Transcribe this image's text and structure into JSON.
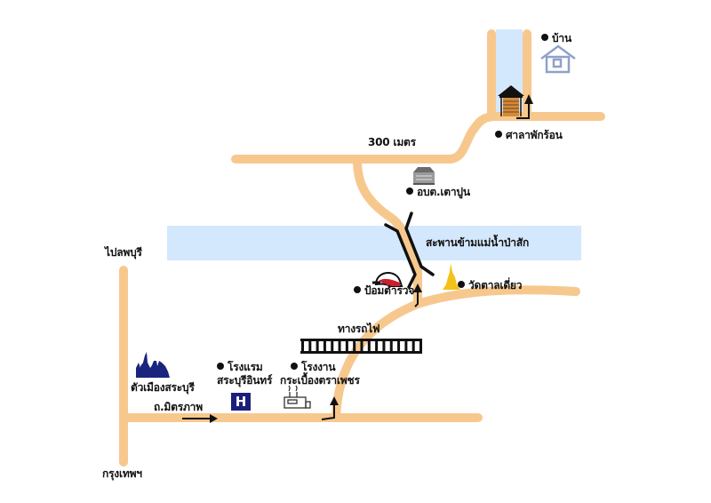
{
  "colors": {
    "road": "#f7c88e",
    "river": "#d4e8fd",
    "ink": "#111111",
    "house_outline": "#8fa1cc",
    "hotel_blue": "#1b1f7a",
    "city_blue": "#1a237e",
    "temple_gold": "#f2c21a",
    "helmet_red": "#cc1f2d",
    "bridge_black": "#111111"
  },
  "labels": {
    "home": "บ้าน",
    "rest_pavilion": "ศาลาพักร้อน",
    "distance": "300 เมตร",
    "tao_pun_sao": "อบต.เตาปูน",
    "bridge": "สะพานข้ามแม่น้ำป่าสัก",
    "to_lopburi": "ไปลพบุรี",
    "police_box": "ป้อมตำรวจ",
    "temple": "วัดตาลเดี่ยว",
    "railway": "ทางรถไฟ",
    "saraburi_city": "ตัวเมืองสระบุรี",
    "hotel_line1": "โรงแรม",
    "hotel_line2": "สระบุรีอินทร์",
    "factory_line1": "โรงงาน",
    "factory_line2": "กระเบื้องตราเพชร",
    "mittraphap_road": "ถ.มิตรภาพ",
    "bangkok": "กรุงเทพฯ"
  },
  "icons": {
    "house": "house-icon",
    "pavilion": "pavilion-icon",
    "office": "government-office-icon",
    "police": "police-helmet-icon",
    "temple": "temple-stupa-icon",
    "city": "city-skyline-icon",
    "hotel": "hotel-h-icon",
    "factory": "factory-icon",
    "arrow": "direction-arrow-icon"
  }
}
